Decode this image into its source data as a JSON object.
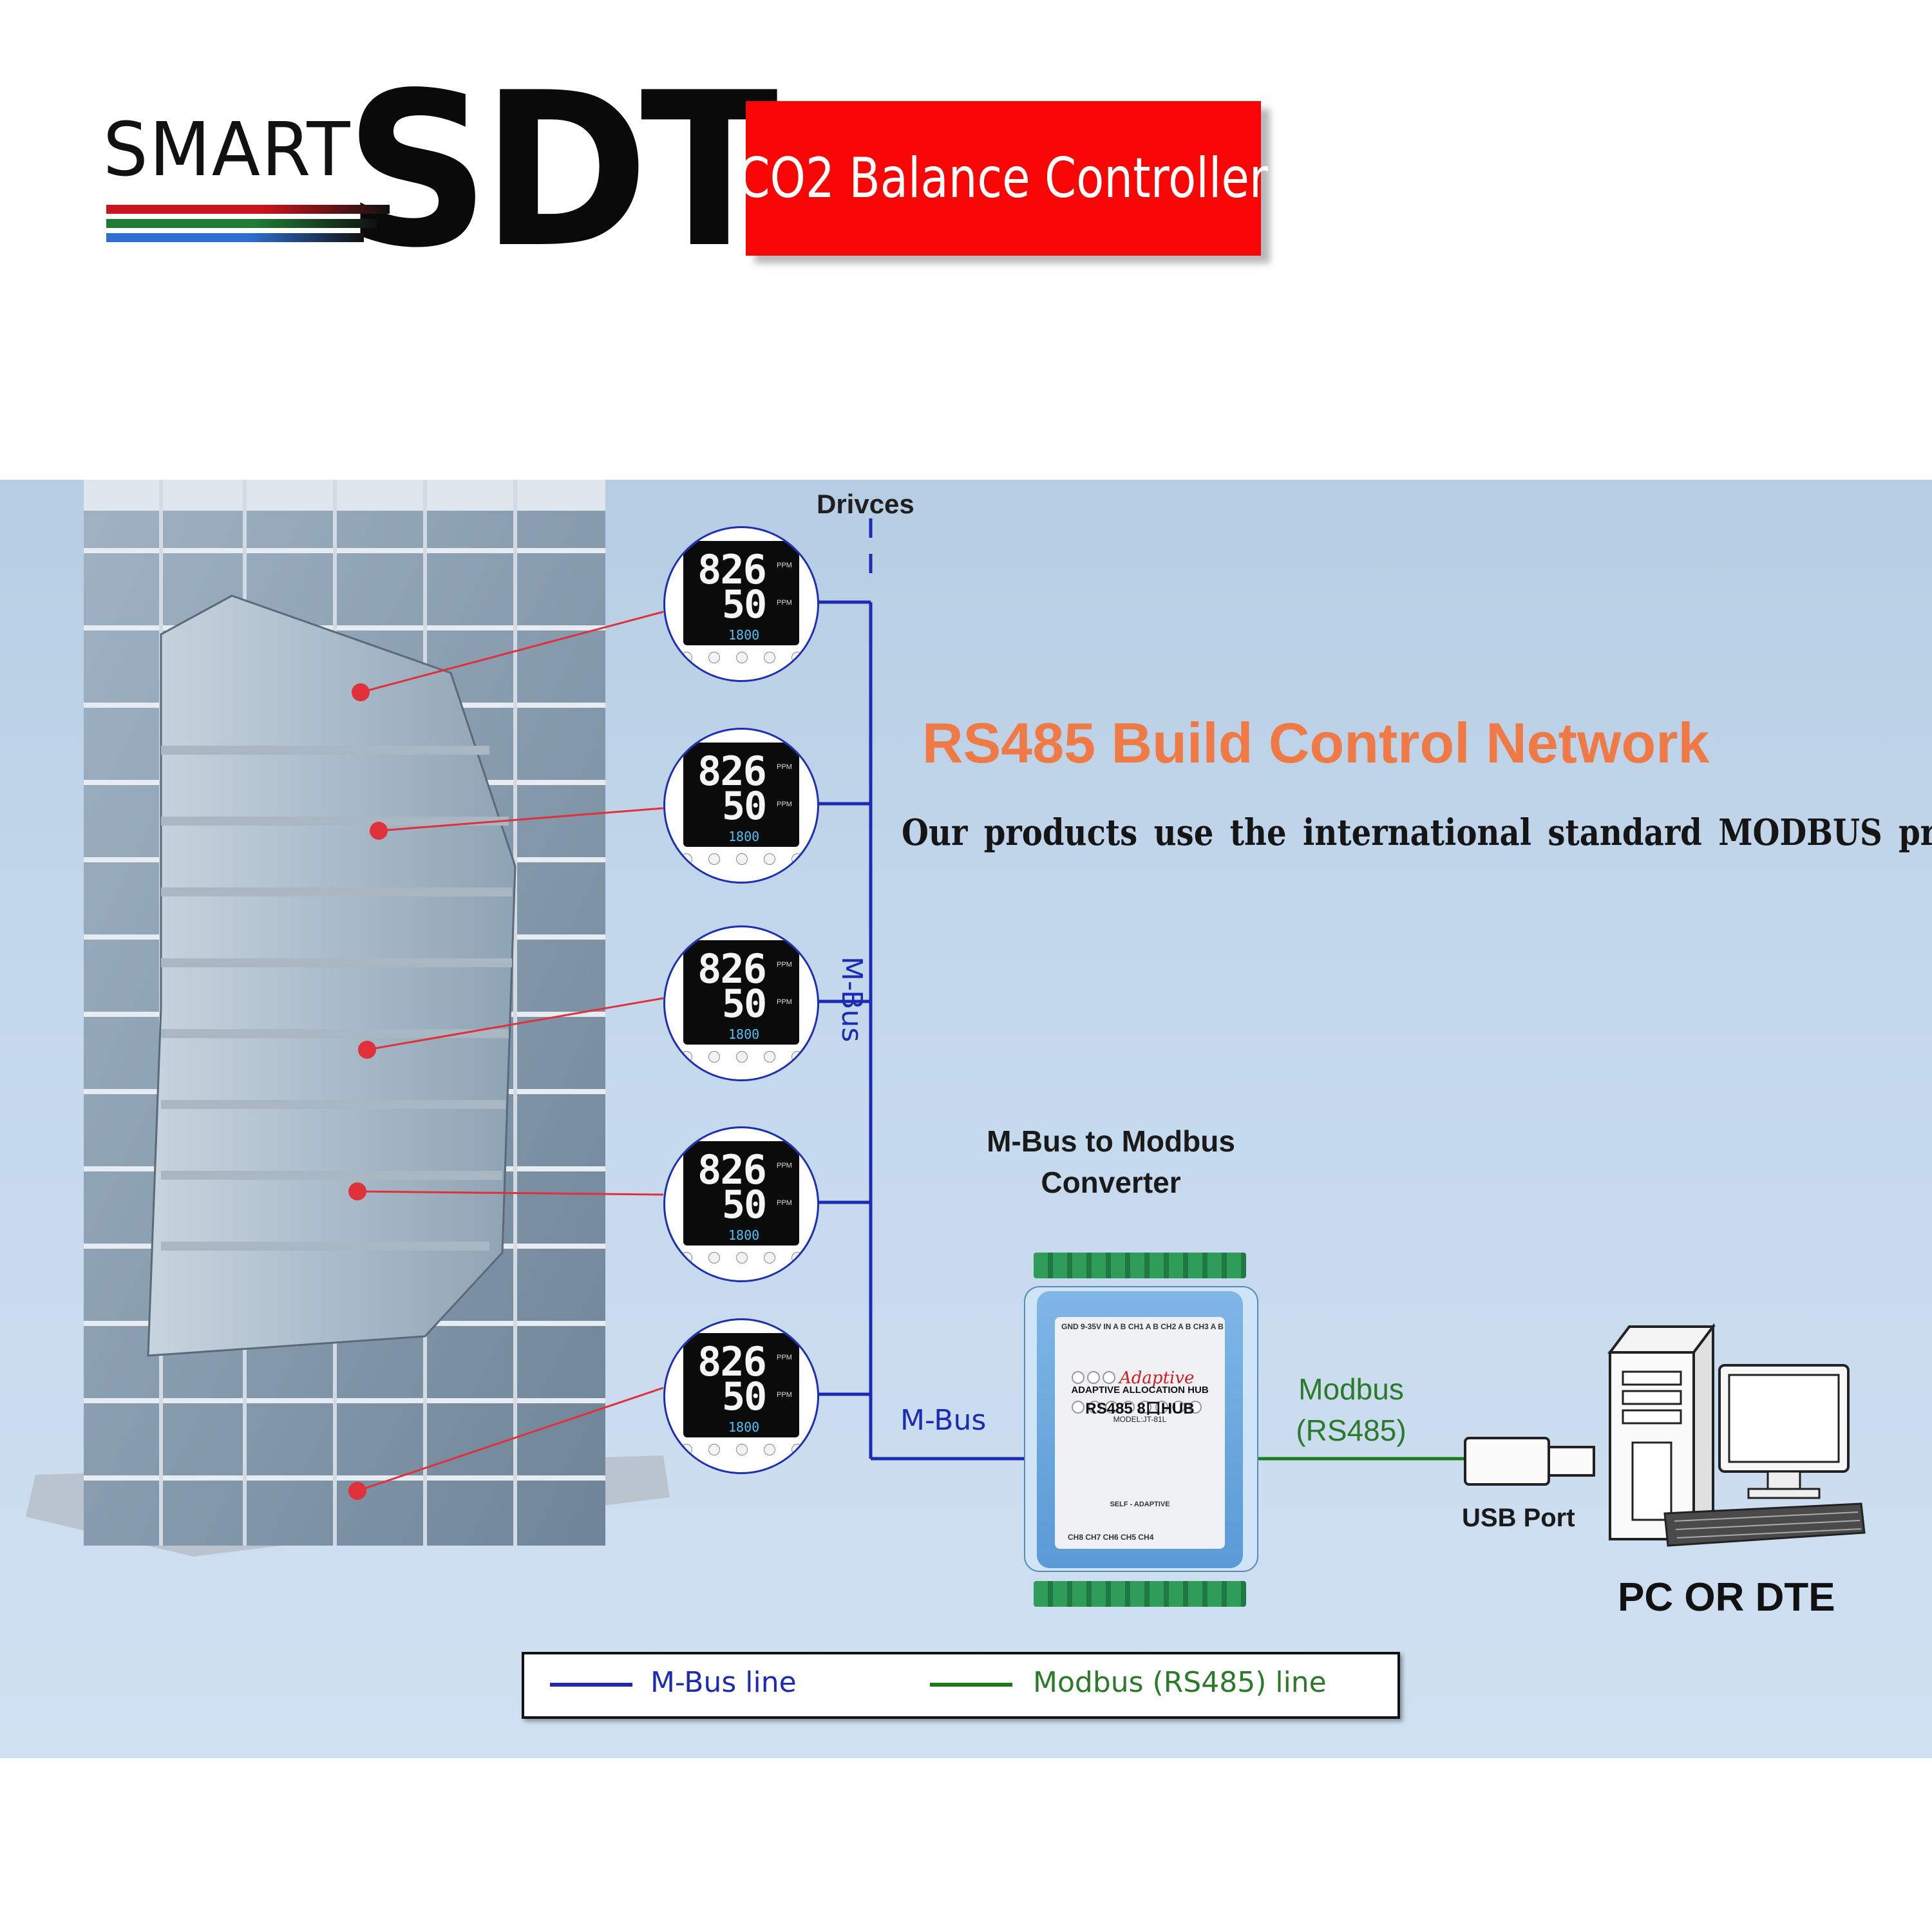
{
  "header": {
    "logo_small": "SMART",
    "logo_big": "SDT",
    "logo_stripe_colors": [
      "#d9151b",
      "#1f7a34",
      "#2f6fd0"
    ],
    "title": "CO2 Balance Controller",
    "title_bg": "#f80606"
  },
  "diagram": {
    "devices_label": "Drivces",
    "network_title": "RS485 Build Control Network",
    "network_subtitle": "Our products use the international standard MODBUS protocol",
    "bus_label_vertical": "M-Bus",
    "bus_label_horizontal": "M-Bus",
    "converter_label": "M-Bus to Modbus Converter",
    "modbus_label": "Modbus (RS485)",
    "usb_label": "USB Port",
    "pc_label": "PC OR DTE",
    "devices": [
      {
        "co2": "826",
        "hum": "50",
        "time": "1800"
      },
      {
        "co2": "826",
        "hum": "50",
        "time": "1800"
      },
      {
        "co2": "826",
        "hum": "50",
        "time": "1800"
      },
      {
        "co2": "826",
        "hum": "50",
        "time": "1800"
      },
      {
        "co2": "826",
        "hum": "50",
        "time": "1800"
      }
    ],
    "device_unit": "PPM",
    "hub": {
      "brand": "Adaptive",
      "line1": "ADAPTIVE ALLOCATION HUB",
      "line2": "RS485 8口HUB",
      "line3": "MODEL:JT-81L",
      "footer": "SELF - ADAPTIVE",
      "top_channels": "GND  9-35V  IN A B   CH1 A B   CH2 A B   CH3 A B",
      "bottom_channels": "CH8   CH7   CH6   CH5   CH4"
    },
    "colors": {
      "mbus_line": "#1b2bb3",
      "modbus_line": "#1b7a1b",
      "pointer": "#e0303a",
      "title_orange": "#f07a46"
    }
  },
  "legend": {
    "mbus_line": "M-Bus line",
    "modbus_line": "Modbus (RS485) line"
  }
}
